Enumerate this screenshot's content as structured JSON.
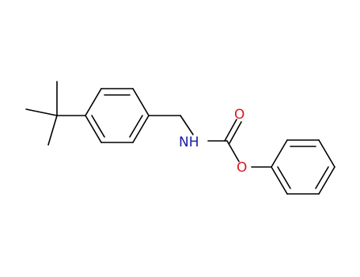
{
  "molecule": {
    "atoms": {
      "nitrogen": {
        "label": "NH",
        "color": "#1a1aa6"
      },
      "carbonyl_oxygen": {
        "label": "O",
        "color": "#e0141e"
      },
      "ester_oxygen": {
        "label": "O",
        "color": "#e0141e"
      }
    },
    "bond_color": "#000000"
  }
}
